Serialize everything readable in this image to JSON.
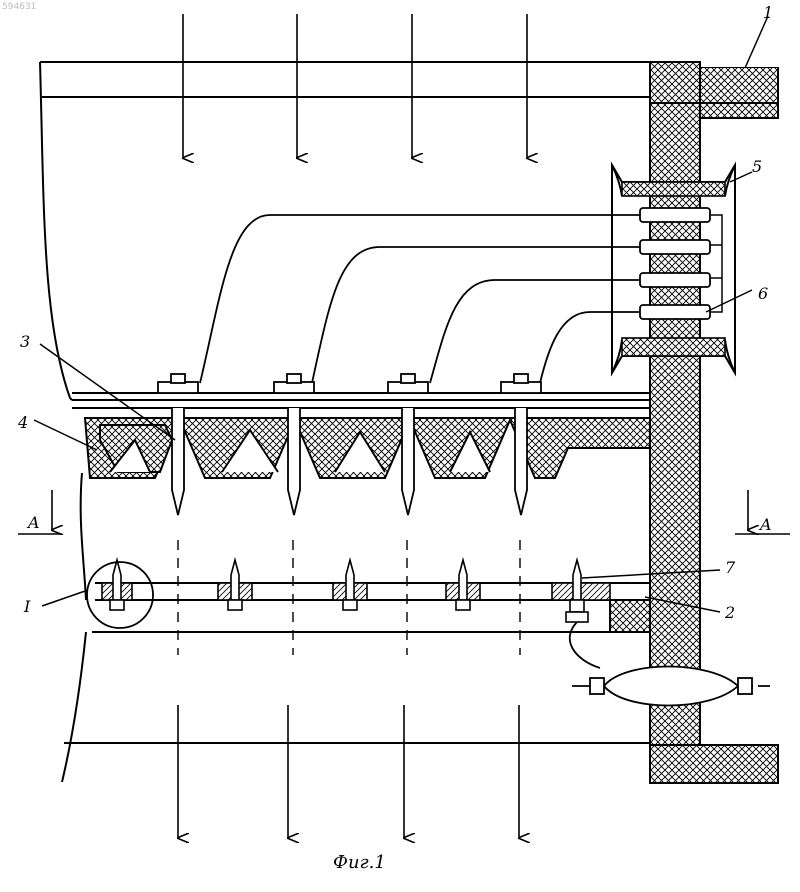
{
  "watermark": "594631",
  "caption": "Фиг.1",
  "labels": {
    "l1": "1",
    "l2": "2",
    "l3": "3",
    "l4": "4",
    "l5": "5",
    "l6": "6",
    "l7": "7",
    "section_mark": "I",
    "cut_left": "A",
    "cut_right": "A"
  },
  "colors": {
    "ink": "#000000",
    "paper": "#ffffff"
  }
}
